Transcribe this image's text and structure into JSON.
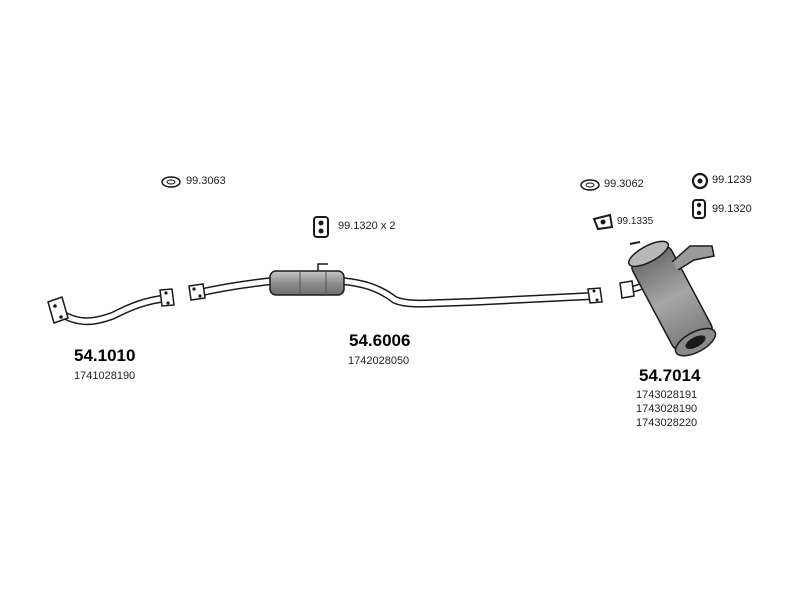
{
  "hardware": [
    {
      "code": "99.3063",
      "icon": "ring-gasket-icon"
    },
    {
      "code": "99.1320 x 2",
      "icon": "rubber-hanger-icon"
    },
    {
      "code": "99.3062",
      "icon": "ring-gasket-icon"
    },
    {
      "code": "99.1335",
      "icon": "rubber-mount-icon"
    },
    {
      "code": "99.1239",
      "icon": "rubber-ring-icon"
    },
    {
      "code": "99.1320",
      "icon": "rubber-hanger-icon"
    }
  ],
  "parts": [
    {
      "number": "54.1010",
      "oem": [
        "1741028190"
      ],
      "name": "front-pipe"
    },
    {
      "number": "54.6006",
      "oem": [
        "1742028050"
      ],
      "name": "middle-silencer"
    },
    {
      "number": "54.7014",
      "oem": [
        "1743028191",
        "1743028190",
        "1743028220"
      ],
      "name": "rear-silencer"
    }
  ],
  "colors": {
    "line": "#1a1a1a",
    "fill": "#9a9a9a",
    "pipe": "#ffffff"
  }
}
